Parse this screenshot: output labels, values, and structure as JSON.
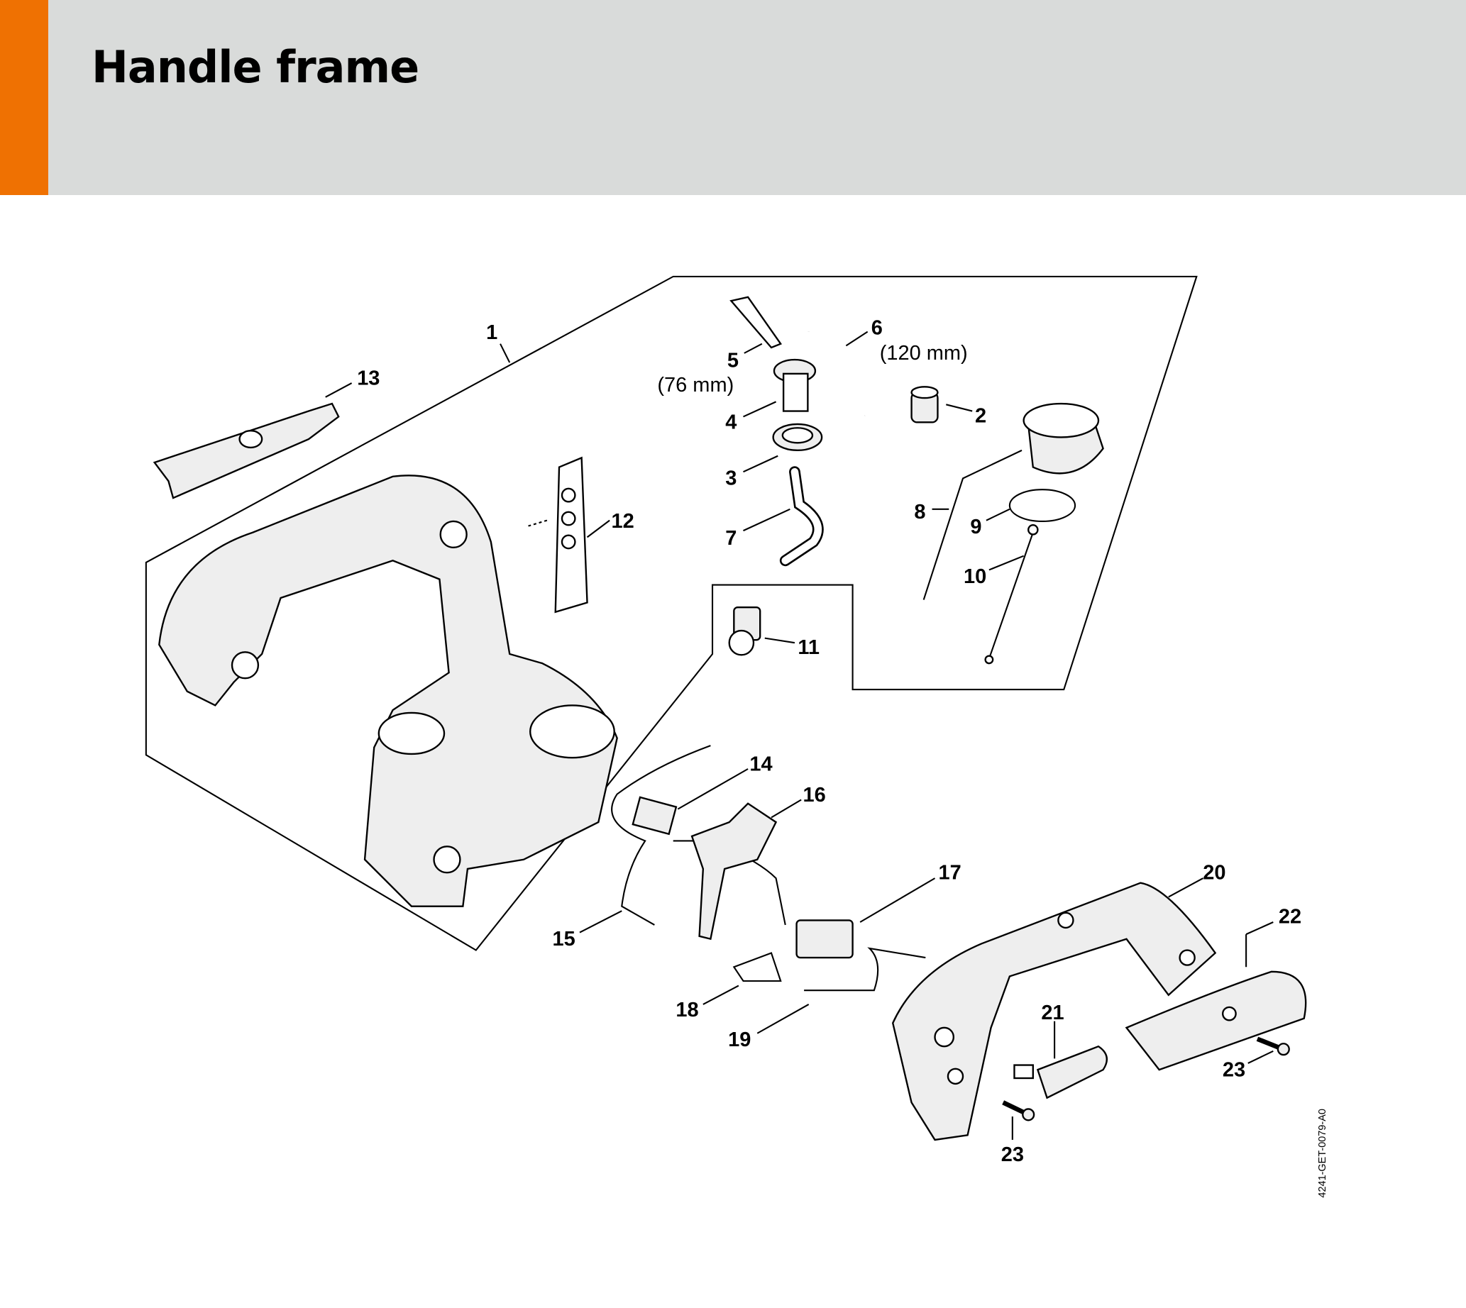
{
  "header": {
    "title": "Handle frame",
    "accent_color": "#ef7102",
    "background_color": "#d9dbda"
  },
  "diagram": {
    "labels": {
      "p1": "1",
      "p2": "2",
      "p3": "3",
      "p4": "4",
      "p5": "5",
      "p5_dim": "(76 mm)",
      "p6": "6",
      "p6_dim": "(120 mm)",
      "p7": "7",
      "p8": "8",
      "p9": "9",
      "p10": "10",
      "p11": "11",
      "p12": "12",
      "p13": "13",
      "p14": "14",
      "p15": "15",
      "p16": "16",
      "p17": "17",
      "p18": "18",
      "p19": "19",
      "p20": "20",
      "p21": "21",
      "p22": "22",
      "p23a": "23",
      "p23b": "23"
    },
    "drawing_code": "4241-GET-0079-A0"
  }
}
